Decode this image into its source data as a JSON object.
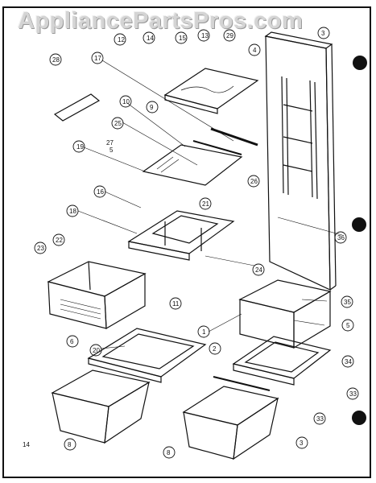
{
  "watermark": "AppliancePartsPros.com",
  "page_number": "14",
  "callouts": [
    "12",
    "14",
    "15",
    "13",
    "29",
    "3",
    "4",
    "28",
    "17",
    "10",
    "9",
    "25",
    "27",
    "5",
    "19",
    "26",
    "16",
    "21",
    "18",
    "22",
    "36",
    "23",
    "24",
    "11",
    "20",
    "35",
    "1",
    "5",
    "2",
    "6",
    "34",
    "33",
    "33",
    "8",
    "3",
    "8"
  ]
}
